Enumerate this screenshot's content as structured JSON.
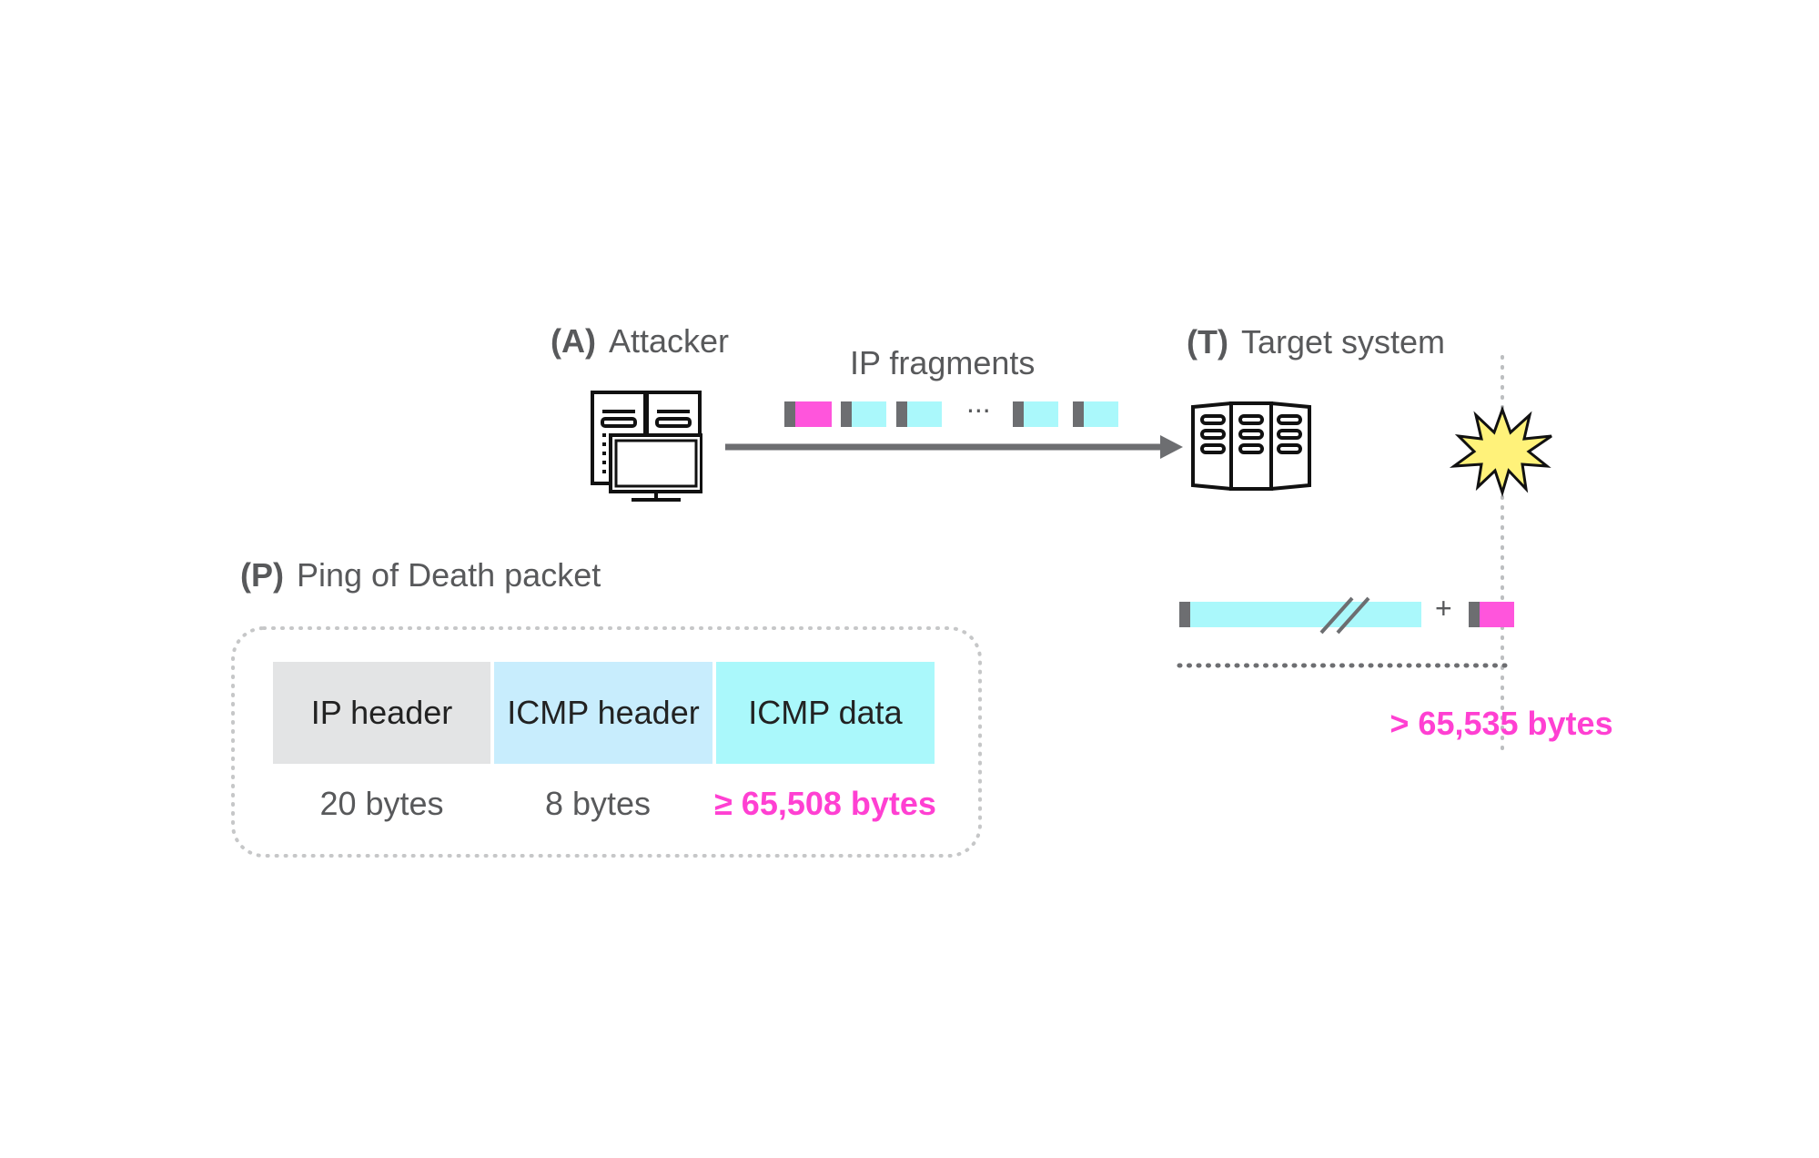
{
  "attacker": {
    "tag": "(A)",
    "label": "Attacker"
  },
  "target": {
    "tag": "(T)",
    "label": "Target system"
  },
  "transfer": {
    "label": "IP fragments",
    "ellipsis": "..."
  },
  "packet": {
    "tag": "(P)",
    "label": "Ping of Death packet",
    "fields": [
      {
        "name": "IP header",
        "size": "20 bytes",
        "color": "#e3e4e5"
      },
      {
        "name": "ICMP header",
        "size": "8 bytes",
        "color": "#c8edfd"
      },
      {
        "name": "ICMP data",
        "size": "≥ 65,508 bytes",
        "color": "#aaf8fb"
      }
    ]
  },
  "reassembly": {
    "plus": "+",
    "size": "> 65,535 bytes"
  },
  "colors": {
    "text": "#58595b",
    "highlight": "#ff40d2",
    "fragment_header": "#6d6e71",
    "fragment_data": "#aaf8fb",
    "fragment_overflow": "#ff55dc",
    "explosion": "#fff27a"
  },
  "icons": {
    "attacker": "computer-and-servers-icon",
    "target": "server-rack-icon",
    "crash": "explosion-icon"
  }
}
